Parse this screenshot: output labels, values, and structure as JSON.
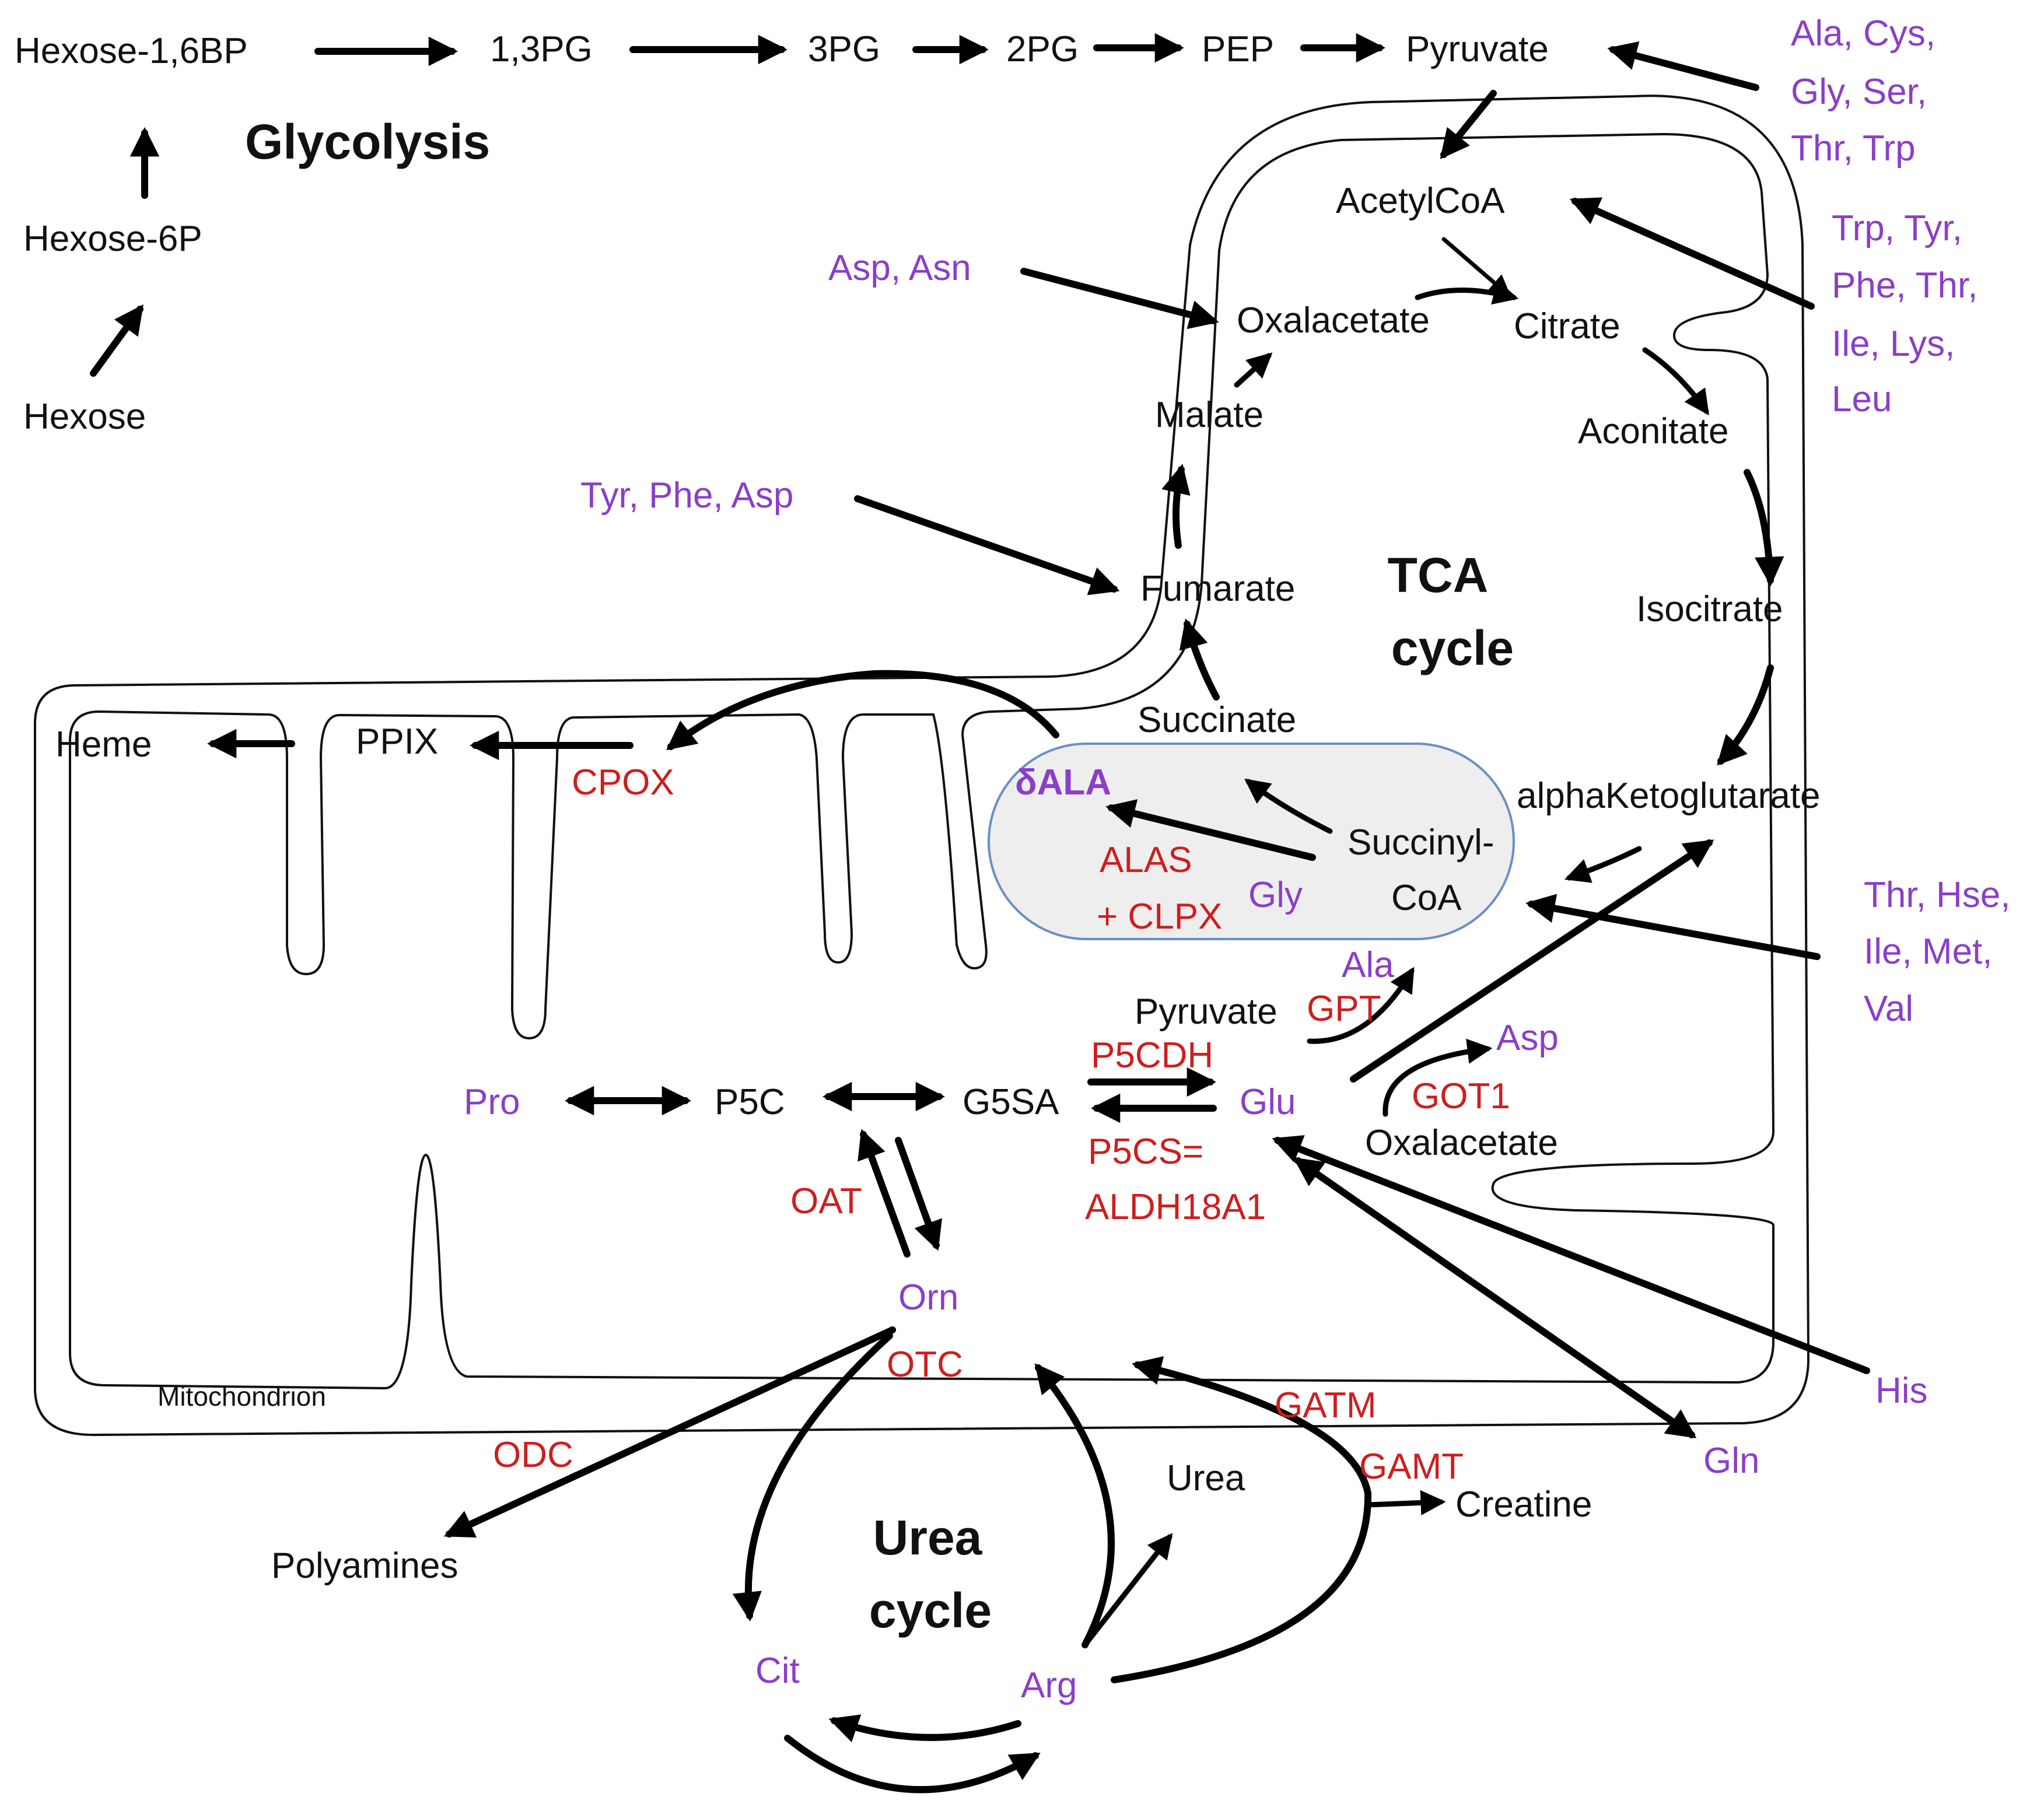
{
  "titles": {
    "glycolysis": "Glycolysis",
    "tca_line1": "TCA",
    "tca_line2": "cycle",
    "urea_line1": "Urea",
    "urea_line2": "cycle",
    "mitochondrion": "Mitochondrion"
  },
  "metabolites": {
    "hexose_16bp": "Hexose-1,6BP",
    "pg13": "1,3PG",
    "pg3": "3PG",
    "pg2": "2PG",
    "pep": "PEP",
    "pyruvate_top": "Pyruvate",
    "hexose_6p": "Hexose-6P",
    "hexose": "Hexose",
    "acetylcoa": "AcetylCoA",
    "oxalacetate_top": "Oxalacetate",
    "citrate": "Citrate",
    "aconitate": "Aconitate",
    "malate": "Malate",
    "fumarate": "Fumarate",
    "isocitrate": "Isocitrate",
    "succinate": "Succinate",
    "akg": "alphaKetoglutarate",
    "succinylcoa_1": "Succinyl-",
    "succinylcoa_2": "CoA",
    "heme": "Heme",
    "ppix": "PPIX",
    "pyruvate_mid": "Pyruvate",
    "p5c": "P5C",
    "g5sa": "G5SA",
    "oxalacetate_mid": "Oxalacetate",
    "polyamines": "Polyamines",
    "urea": "Urea",
    "creatine": "Creatine"
  },
  "amino_acids": {
    "top_right_1": "Ala, Cys,",
    "top_right_2": "Gly, Ser,",
    "top_right_3": "Thr, Trp",
    "mid_right_1": "Trp, Tyr,",
    "mid_right_2": "Phe, Thr,",
    "mid_right_3": "Ile, Lys,",
    "mid_right_4": "Leu",
    "asp_asn": "Asp, Asn",
    "tyr_phe_asp": "Tyr, Phe, Asp",
    "low_right_1": "Thr, Hse,",
    "low_right_2": "Ile, Met,",
    "low_right_3": "Val",
    "ala": "Ala",
    "asp": "Asp",
    "gly": "Gly",
    "delta_ala": "δALA",
    "pro": "Pro",
    "glu": "Glu",
    "orn": "Orn",
    "his": "His",
    "gln": "Gln",
    "cit": "Cit",
    "arg": "Arg"
  },
  "enzymes": {
    "cpox": "CPOX",
    "alas": "ALAS",
    "clpx": "+ CLPX",
    "gpt": "GPT",
    "got1": "GOT1",
    "p5cdh": "P5CDH",
    "p5cs_1": "P5CS=",
    "p5cs_2": "ALDH18A1",
    "oat": "OAT",
    "otc": "OTC",
    "odc": "ODC",
    "gatm": "GATM",
    "gamt": "GAMT"
  },
  "colors": {
    "metabolite": "#111111",
    "amino_acid": "#8a3fc7",
    "enzyme": "#cc1f1f",
    "compartment_fill": "#eeeeee",
    "compartment_stroke": "#6a8fc4"
  }
}
